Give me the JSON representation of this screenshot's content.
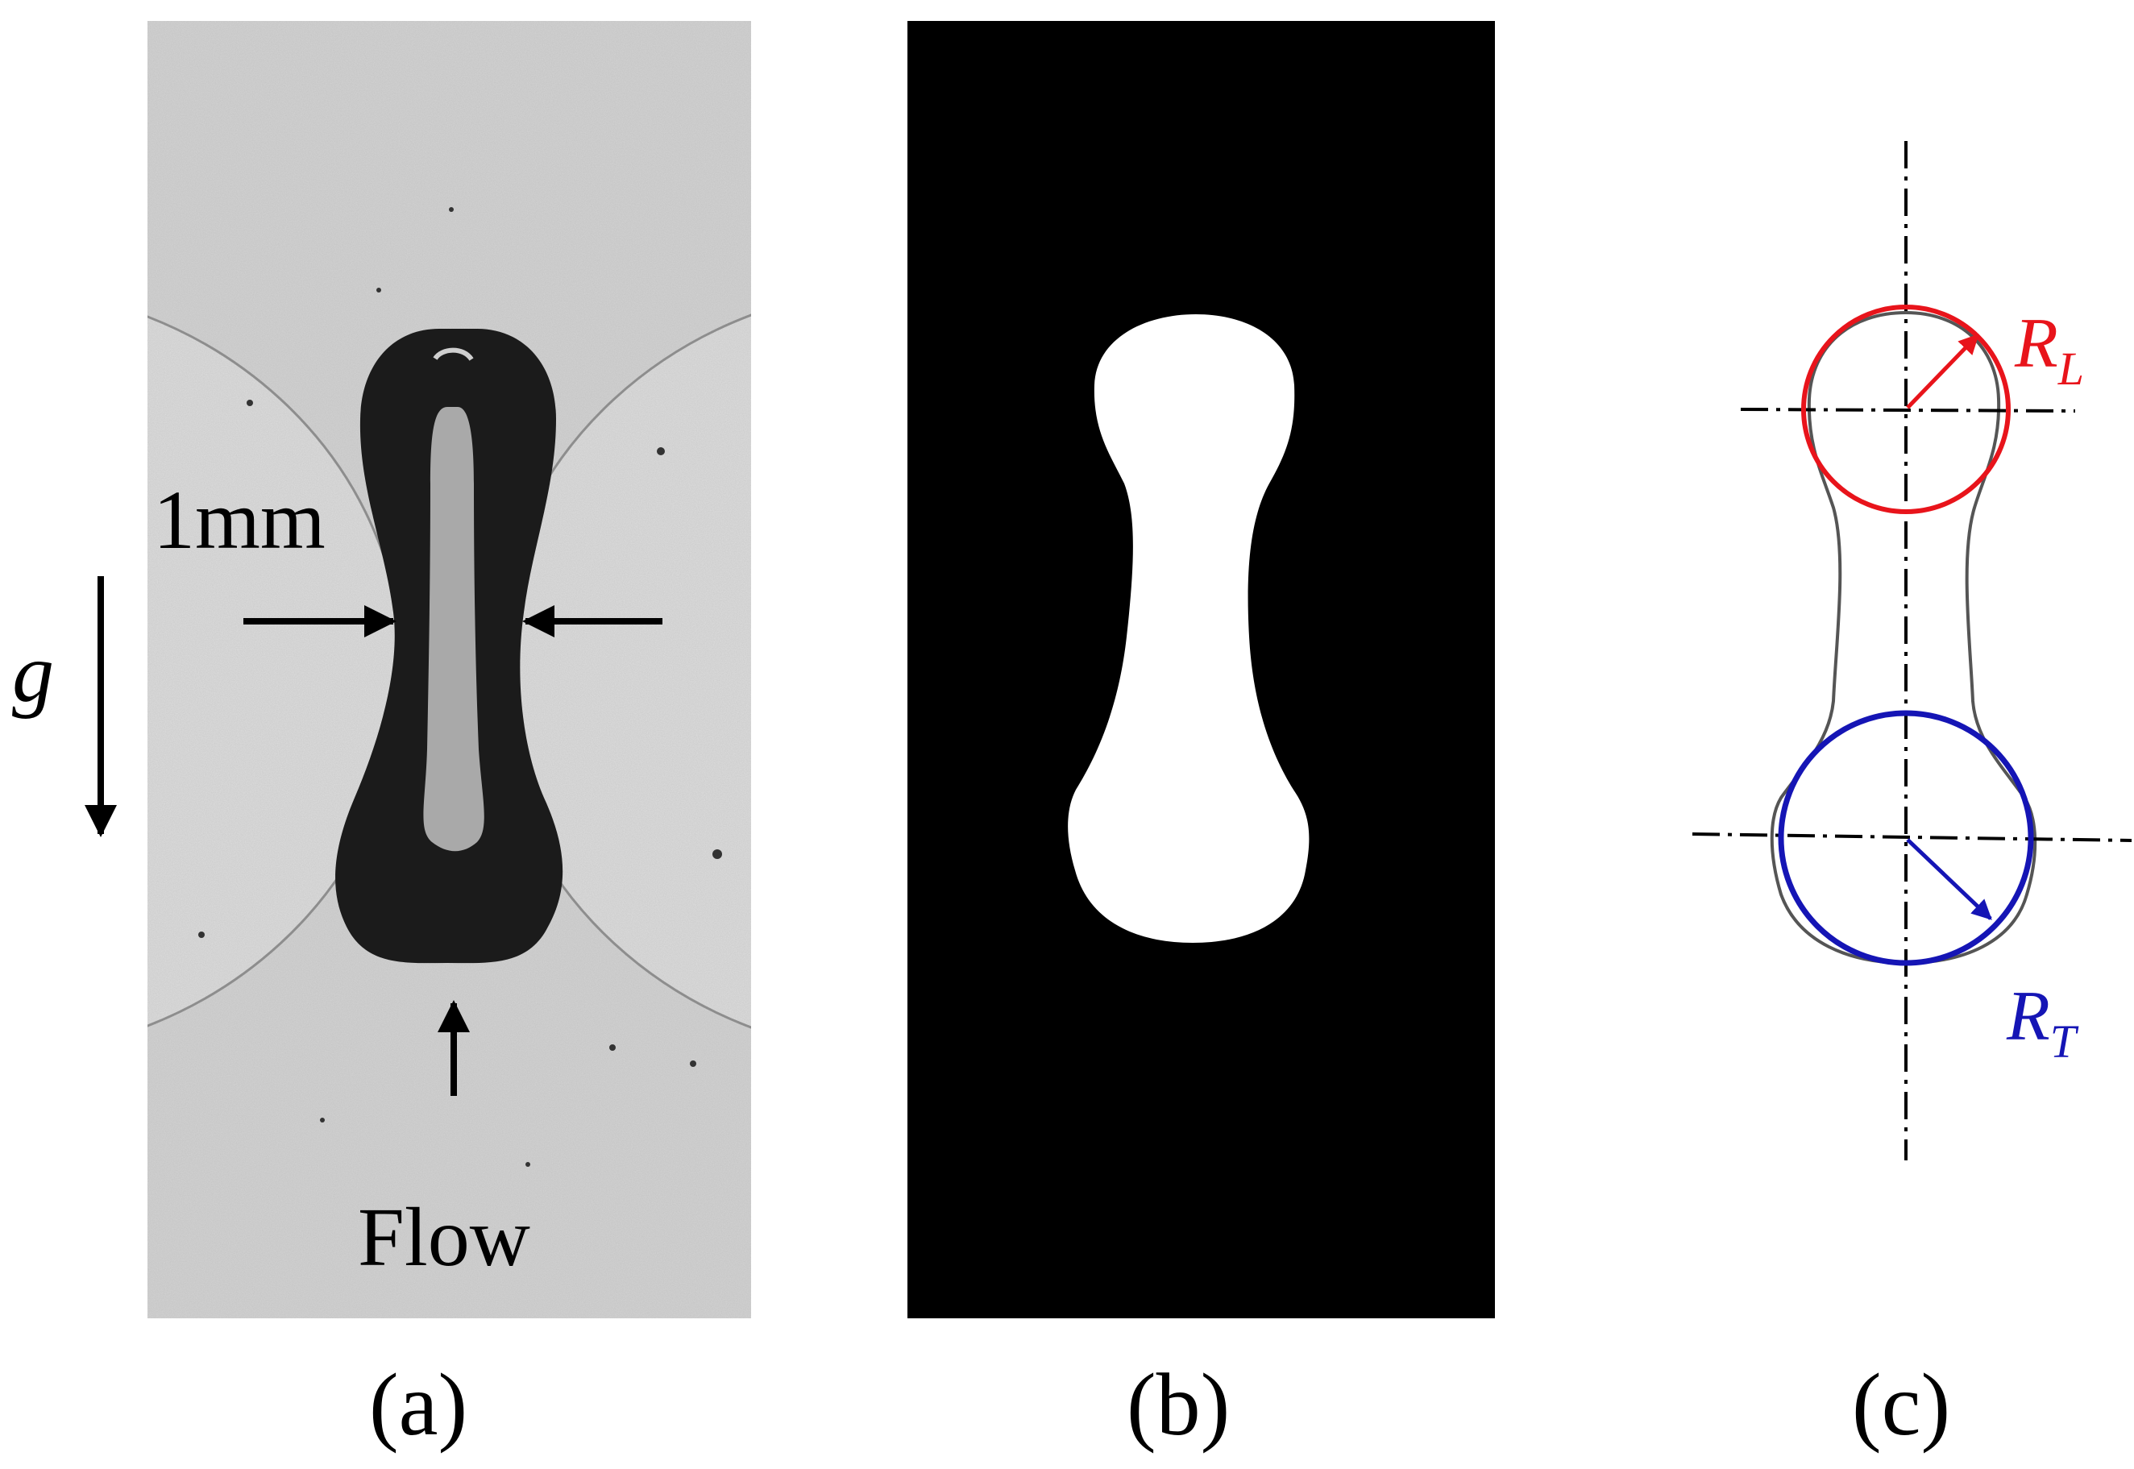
{
  "figure": {
    "panel_a": {
      "caption": "(a)",
      "scale_label": "1mm",
      "gravity_symbol": "g",
      "flow_label": "Flow"
    },
    "panel_b": {
      "caption": "(b)"
    },
    "panel_c": {
      "caption": "(c)",
      "leading_radius": {
        "symbol": "R",
        "subscript": "L",
        "color": "#e8141b"
      },
      "trailing_radius": {
        "symbol": "R",
        "subscript": "T",
        "color": "#1515b5"
      }
    }
  }
}
